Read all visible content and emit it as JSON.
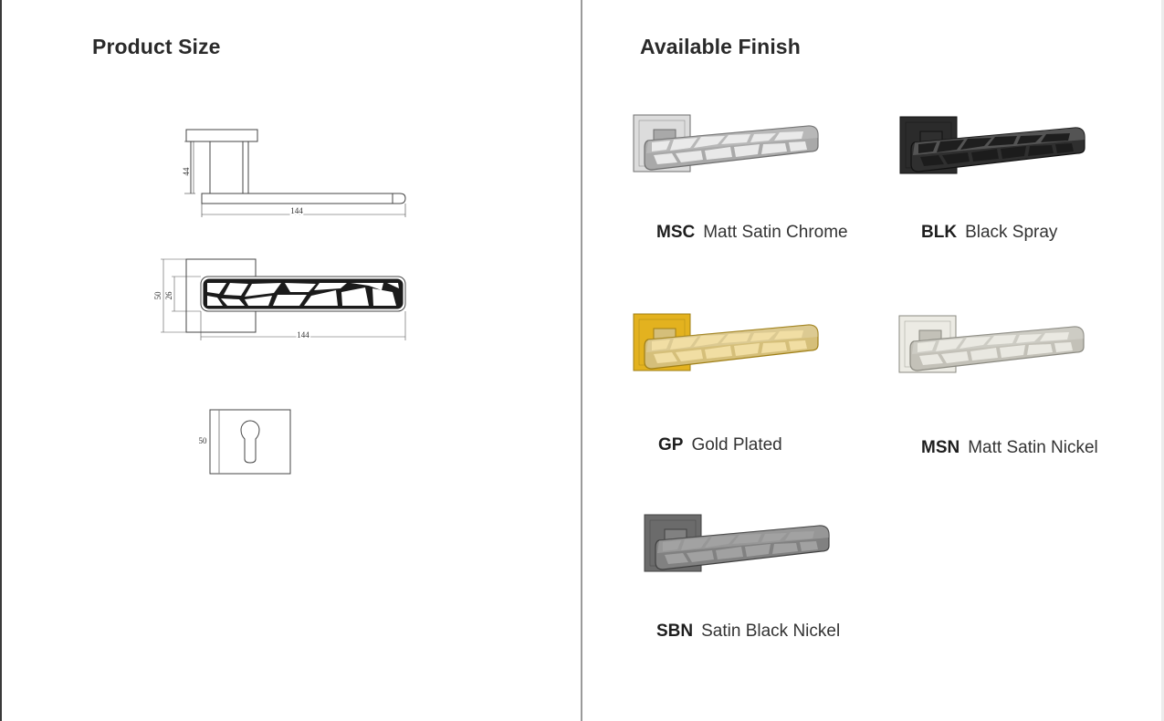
{
  "left": {
    "title": "Product Size",
    "side_view": {
      "length": "144",
      "height": "44"
    },
    "top_view": {
      "length": "144",
      "rose_size": "50",
      "grip_height": "26"
    },
    "escutcheon": {
      "size": "50"
    }
  },
  "right": {
    "title": "Available Finish",
    "finishes": [
      {
        "code": "MSC",
        "name": "Matt Satin Chrome",
        "colors": {
          "rose": "#dcdcdc",
          "body": "#a9a9a9",
          "pattern": "#ededed",
          "edge": "#6e6e6e"
        }
      },
      {
        "code": "BLK",
        "name": "Black Spray",
        "colors": {
          "rose": "#2b2b2b",
          "body": "#2f2f2f",
          "pattern": "#1c1c1c",
          "edge": "#111111"
        }
      },
      {
        "code": "GP",
        "name": "Gold Plated",
        "colors": {
          "rose": "#e3b21f",
          "body": "#d5bf7a",
          "pattern": "#f3e0a6",
          "edge": "#9f7f16"
        }
      },
      {
        "code": "MSN",
        "name": "Matt Satin Nickel",
        "colors": {
          "rose": "#ecebe4",
          "body": "#c3c1b8",
          "pattern": "#ecebe4",
          "edge": "#8a8980"
        }
      },
      {
        "code": "SBN",
        "name": "Satin Black Nickel",
        "colors": {
          "rose": "#6b6b6b",
          "body": "#818181",
          "pattern": "#a3a3a3",
          "edge": "#404040"
        }
      }
    ]
  }
}
